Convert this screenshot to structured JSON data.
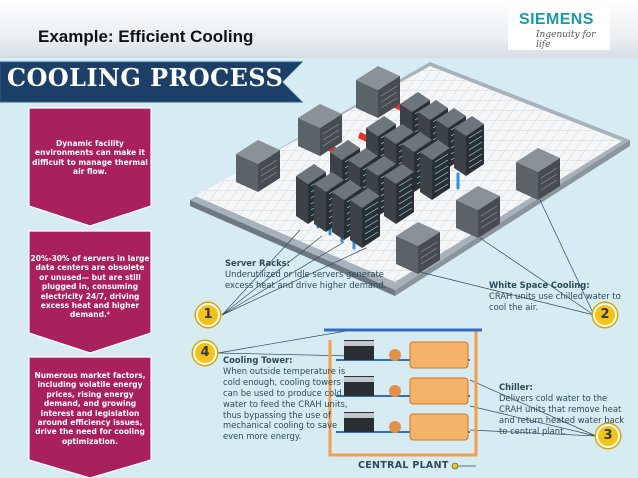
{
  "header": {
    "title": "Example: Efficient Cooling"
  },
  "logo": {
    "name": "SIEMENS",
    "tagline": "Ingenuity for life"
  },
  "banner": {
    "title": "COOLING PROCESS"
  },
  "callouts": [
    {
      "text": "Dynamic facility environments can make it difficult to manage thermal air flow."
    },
    {
      "text": "20%-30% of servers in large data centers are obsolete or unused— but are still plugged in, consuming electricity 24/7, driving excess heat and higher demand.⁴"
    },
    {
      "text": "Numerous market factors, including volatile energy prices, rising energy demand, and growing interest and legislation around efficiency issues, drive the need for cooling optimization."
    }
  ],
  "labels": {
    "server_racks": {
      "title": "Server Racks:",
      "body": "Underutilized or idle servers generate excess heat and drive higher demand."
    },
    "white_space": {
      "title": "White Space Cooling:",
      "body": "CRAH units use chilled water to cool the air."
    },
    "cooling_tower": {
      "title": "Cooling Tower:",
      "body": "When outside temperature is cold enough, cooling towers can be used to produce cold water to feed the CRAH units, thus bypassing the use of mechanical cooling to save even more energy."
    },
    "chiller": {
      "title": "Chiller:",
      "body": "Delivers cold water to the CRAH units that remove heat and return heated water back to central plant."
    }
  },
  "central_plant": "CENTRAL PLANT",
  "numbers": [
    "1",
    "2",
    "3",
    "4"
  ],
  "colors": {
    "banner": "#1b3f66",
    "callout": "#a8205c",
    "badge": "#f5c318",
    "siemens": "#1a9aa7",
    "hot_air": "#e5332a",
    "cold_air": "#2f8fd8"
  }
}
